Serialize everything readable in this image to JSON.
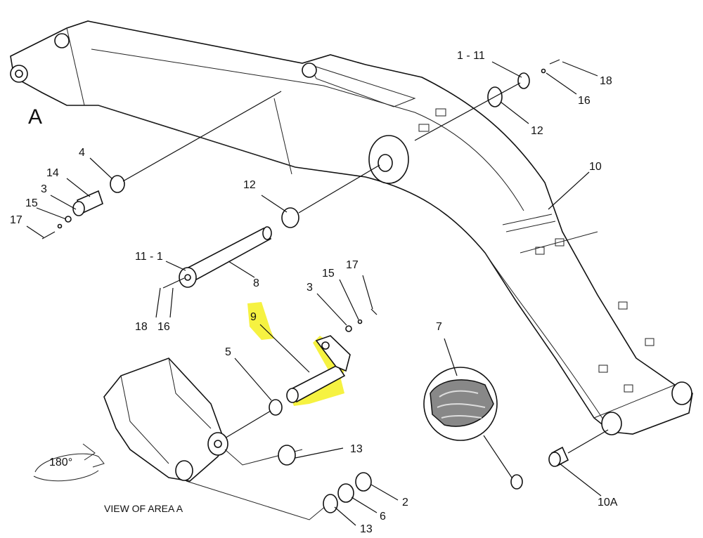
{
  "view_label": "VIEW OF AREA A",
  "area_marker": "A",
  "rotation_label": "180°",
  "callouts": [
    {
      "id": "c-1-11",
      "text": "1 - 11"
    },
    {
      "id": "c-18-top",
      "text": "18"
    },
    {
      "id": "c-16-top",
      "text": "16"
    },
    {
      "id": "c-12-top",
      "text": "12"
    },
    {
      "id": "c-10",
      "text": "10"
    },
    {
      "id": "c-4",
      "text": "4"
    },
    {
      "id": "c-14",
      "text": "14"
    },
    {
      "id": "c-3-left",
      "text": "3"
    },
    {
      "id": "c-15-left",
      "text": "15"
    },
    {
      "id": "c-17-left",
      "text": "17"
    },
    {
      "id": "c-12-mid",
      "text": "12"
    },
    {
      "id": "c-11-1",
      "text": "11 - 1"
    },
    {
      "id": "c-8",
      "text": "8"
    },
    {
      "id": "c-18-left",
      "text": "18"
    },
    {
      "id": "c-16-left",
      "text": "16"
    },
    {
      "id": "c-15-mid",
      "text": "15"
    },
    {
      "id": "c-17-mid",
      "text": "17"
    },
    {
      "id": "c-3-mid",
      "text": "3"
    },
    {
      "id": "c-9",
      "text": "9"
    },
    {
      "id": "c-5",
      "text": "5"
    },
    {
      "id": "c-7",
      "text": "7"
    },
    {
      "id": "c-13-mid",
      "text": "13"
    },
    {
      "id": "c-2",
      "text": "2"
    },
    {
      "id": "c-6",
      "text": "6"
    },
    {
      "id": "c-13-bot",
      "text": "13"
    },
    {
      "id": "c-10a",
      "text": "10A"
    }
  ],
  "highlight_color": "#f5f020"
}
